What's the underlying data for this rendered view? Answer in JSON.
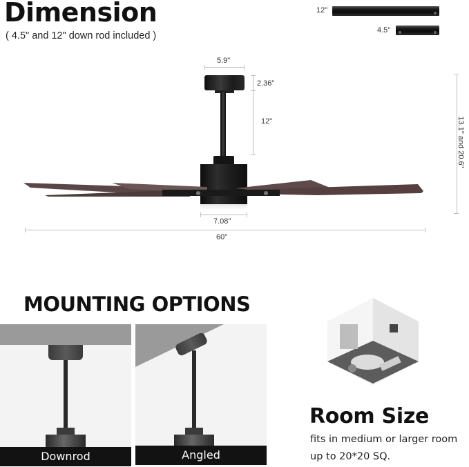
{
  "header": {
    "title": "Dimension",
    "subtitle": "( 4.5\" and 12\" down rod included )"
  },
  "downrods": [
    {
      "label": "12\"",
      "length_in": 12
    },
    {
      "label": "4.5\"",
      "length_in": 4.5
    }
  ],
  "dimensions": {
    "canopy_width": "5.9\"",
    "canopy_height": "2.36\"",
    "downrod_length": "12\"",
    "motor_width": "7.08\"",
    "blade_span": "60\"",
    "total_height": "13.1\" and 20.6\""
  },
  "mounting": {
    "title": "MOUNTING OPTIONS",
    "options": [
      {
        "label": "Downrod"
      },
      {
        "label": "Angled"
      }
    ]
  },
  "room": {
    "title": "Room Size",
    "line1": "fits in medium or larger room",
    "line2": "up to 20*20 SQ."
  },
  "colors": {
    "blade": "#5a4646",
    "metal": "#1a1a1a",
    "ceiling": "#9a9a9a",
    "label_bg": "#121212"
  }
}
